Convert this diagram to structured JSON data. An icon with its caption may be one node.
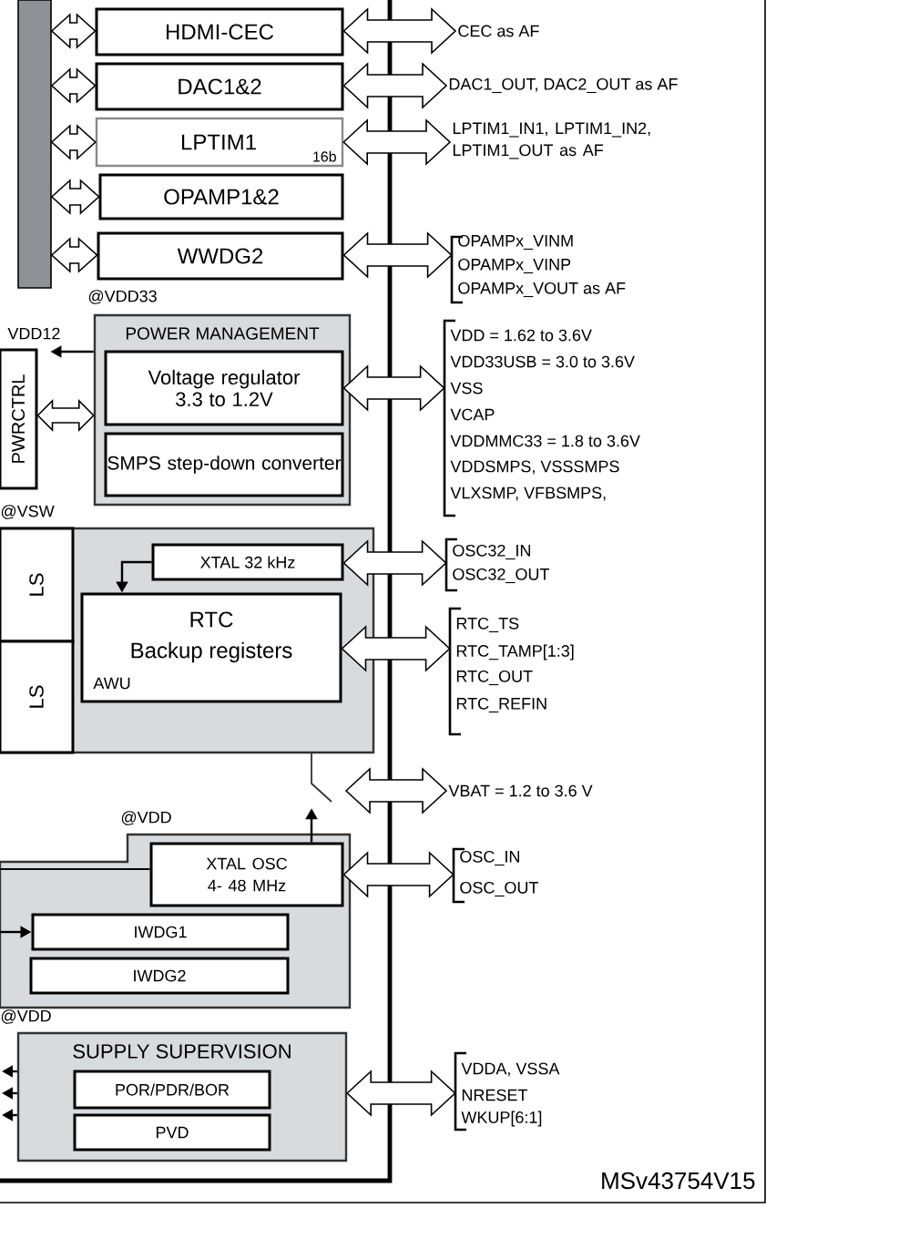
{
  "diagram": {
    "nodes": [
      {
        "text": [],
        "shape": "bar"
      },
      {
        "text": [
          "HDMI-CEC"
        ]
      },
      {
        "text": [
          "DAC1&2"
        ]
      },
      {
        "text": [
          "LPTIM1",
          "16b"
        ]
      },
      {
        "text": [
          "OPAMP1&2"
        ]
      },
      {
        "text": [
          "WWDG2"
        ]
      },
      {
        "text": [
          "POWER MANAGEMENT"
        ],
        "beside": [
          "@VDD33"
        ]
      },
      {
        "text": [
          "Voltage regulator 3.3 to 1.2V"
        ],
        "in": 6
      },
      {
        "text": [
          "SMPS step-down converter"
        ],
        "in": 6
      },
      {
        "text": [
          "PWRCTRL"
        ]
      },
      {
        "text": [],
        "shape": "box"
      },
      {
        "text": [
          "LS"
        ],
        "in": 10
      },
      {
        "text": [
          "LS"
        ],
        "in": 10
      },
      {
        "text": [
          "XTAL 32 kHz"
        ],
        "in": 10
      },
      {
        "text": [
          "RTC",
          "Backup registers",
          "AWU"
        ],
        "in": 10
      },
      {
        "text": [],
        "shape": "box",
        "beside": [
          "@VDD"
        ]
      },
      {
        "text": [
          "XTAL OSC 4- 48 MHz"
        ],
        "in": 15
      },
      {
        "text": [
          "IWDG1"
        ],
        "in": 15
      },
      {
        "text": [
          "IWDG2"
        ],
        "in": 15
      },
      {
        "text": [
          "SUPPLY SUPERVISION"
        ],
        "beside": [
          "@VDD"
        ]
      },
      {
        "text": [
          "POR/PDR/BOR"
        ],
        "in": 19
      },
      {
        "text": [
          "PVD"
        ],
        "in": 19
      },
      {
        "text": [
          "CEC as AF"
        ]
      },
      {
        "text": [
          "DAC1_OUT, DAC2_OUT as AF"
        ]
      },
      {
        "text": [
          "LPTIM1_IN1, LPTIM1_IN2, LPTIM1_OUT as AF"
        ]
      },
      {
        "text": [
          "OPAMPx_VINM",
          "OPAMPx_VINP",
          "OPAMPx_VOUT as AF"
        ]
      },
      {
        "text": [
          "VDD = 1.62 to 3.6V",
          "VDD33USB = 3.0 to 3.6V",
          "VSS",
          "VCAP",
          "VDDMMC33 = 1.8 to 3.6V",
          "VDDSMPS, VSSSMPS",
          "VLXSMP, VFBSMPS,"
        ]
      },
      {
        "text": [
          "OSC32_IN",
          "OSC32_OUT"
        ]
      },
      {
        "text": [
          "RTC_TS",
          "RTC_TAMP[1:3]",
          "RTC_OUT",
          "RTC_REFIN"
        ]
      },
      {
        "text": [
          "VBAT = 1.2 to 3.6 V"
        ]
      },
      {
        "text": [
          "OSC_IN",
          "OSC_OUT"
        ]
      },
      {
        "text": [
          "VDDA, VSSA",
          "NRESET",
          "WKUP[6:1]"
        ]
      },
      {
        "text": [
          "VDD12"
        ]
      }
    ],
    "edges": [
      {
        "from": 0,
        "to": 1,
        "arrow": "both"
      },
      {
        "from": 0,
        "to": 2,
        "arrow": "both"
      },
      {
        "from": 0,
        "to": 3,
        "arrow": "both"
      },
      {
        "from": 0,
        "to": 4,
        "arrow": "both"
      },
      {
        "from": 0,
        "to": 5,
        "arrow": "both"
      },
      {
        "from": 1,
        "to": 22,
        "arrow": "both"
      },
      {
        "from": 2,
        "to": 23,
        "arrow": "both"
      },
      {
        "from": 3,
        "to": 24,
        "arrow": "both"
      },
      {
        "from": 5,
        "to": 25,
        "arrow": "both"
      },
      {
        "from": 9,
        "to": 6,
        "arrow": "both"
      },
      {
        "from": 6,
        "to": 32,
        "arrow": "to"
      },
      {
        "from": 7,
        "to": 26,
        "arrow": "both"
      },
      {
        "from": 13,
        "to": 27,
        "arrow": "both"
      },
      {
        "from": 14,
        "to": 28,
        "arrow": "both"
      },
      {
        "from": 13,
        "to": 14,
        "arrow": "to"
      },
      {
        "from": null,
        "to": 29,
        "arrow": "both"
      },
      {
        "from": 16,
        "to": 10,
        "arrow": "to"
      },
      {
        "from": null,
        "to": 17,
        "arrow": "to"
      },
      {
        "from": null,
        "to": 16,
        "arrow": "none"
      },
      {
        "from": 19,
        "to": null,
        "arrow": "to"
      },
      {
        "from": 19,
        "to": null,
        "arrow": "to"
      },
      {
        "from": 19,
        "to": null,
        "arrow": "to"
      },
      {
        "from": 19,
        "to": 31,
        "arrow": "both"
      },
      {
        "from": 16,
        "to": 30,
        "arrow": "both"
      }
    ],
    "labels": [
      "@VSW",
      "MSv43754V15"
    ]
  }
}
